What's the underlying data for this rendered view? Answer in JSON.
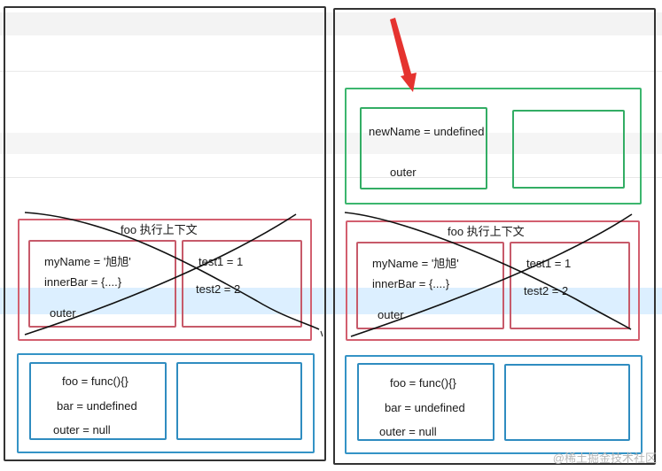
{
  "left": {
    "foo_context": {
      "title": "foo 执行上下文",
      "variables": [
        "myName = '旭旭'",
        "innerBar = {....}",
        "outer"
      ],
      "lexical": [
        "test1 = 1",
        "test2 = 2"
      ]
    },
    "global_context": {
      "variables": [
        "foo = func(){}",
        "bar = undefined",
        "outer = null"
      ]
    }
  },
  "right": {
    "new_context": {
      "variables": [
        "newName = undefined",
        "outer"
      ]
    },
    "foo_context": {
      "title": "foo 执行上下文",
      "variables": [
        "myName = '旭旭'",
        "innerBar = {....}",
        "outer"
      ],
      "lexical": [
        "test1 = 1",
        "test2 = 2"
      ]
    },
    "global_context": {
      "variables": [
        "foo = func(){}",
        "bar = undefined",
        "outer = null"
      ]
    }
  },
  "colors": {
    "foo_context": "#d35f6f",
    "global_context": "#3493c6",
    "new_context": "#3cb66e",
    "arrow": "#e5332f",
    "cross": "#111111"
  },
  "watermark": "@稀土掘金技术社区"
}
